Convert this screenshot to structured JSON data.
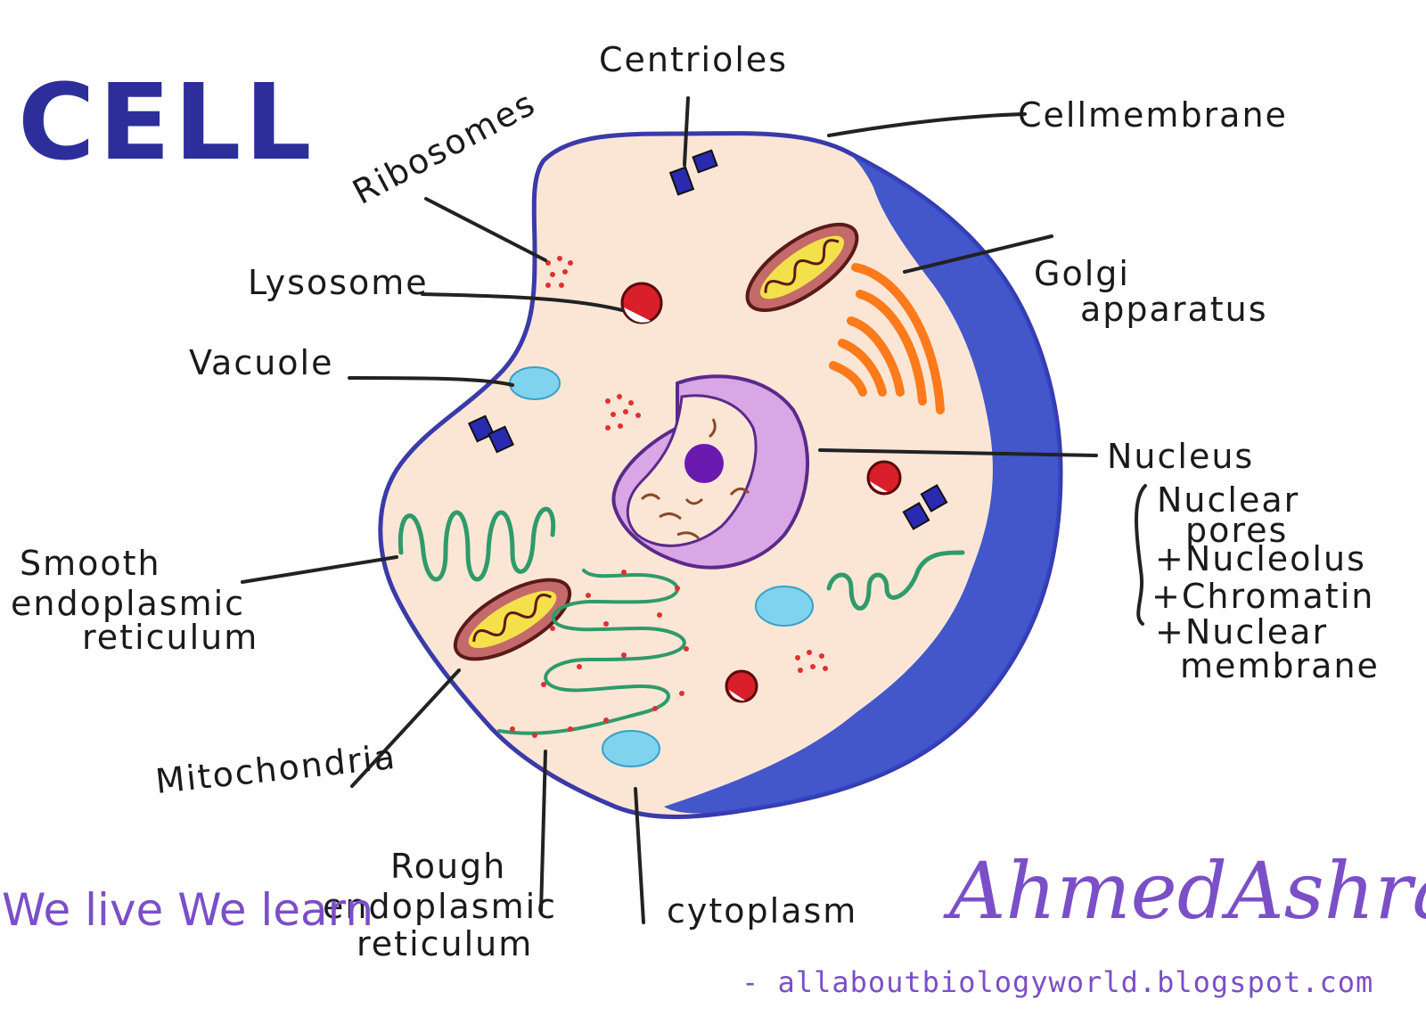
{
  "title": "CELL",
  "labels": {
    "centrioles": "Centrioles",
    "cell_membrane": "Cellmembrane",
    "ribosomes": "Ribosomes",
    "lysosome": "Lysosome",
    "golgi_line1": "Golgi",
    "golgi_line2": "apparatus",
    "vacuole": "Vacuole",
    "nucleus": "Nucleus",
    "nucleus_parts": [
      "Nuclear",
      "pores",
      "+Nucleolus",
      "+Chromatin",
      "+Nuclear",
      "membrane"
    ],
    "smooth_er": [
      "Smooth",
      "endoplasmic",
      "reticulum"
    ],
    "mitochondria": "Mitochondria",
    "rough_er": [
      "Rough",
      "endoplasmic",
      "reticulum"
    ],
    "cytoplasm": "cytoplasm"
  },
  "signature": "AhmedAshraf",
  "motto": "We live We learn",
  "url": "- allaboutbiologyworld.blogspot.com",
  "colors": {
    "title": "#2e2e9a",
    "membrane_dark": "#2f46c9",
    "cytoplasm": "#fbe6d6",
    "nucleus": "#d9a6e6",
    "golgi": "#ff7a1a",
    "er": "#2f9a6a",
    "mitochondria": "#7a2a2a",
    "vacuole": "#7fd3ee",
    "lysosome": "#d81f2a",
    "signature": "#7b4fc7"
  }
}
